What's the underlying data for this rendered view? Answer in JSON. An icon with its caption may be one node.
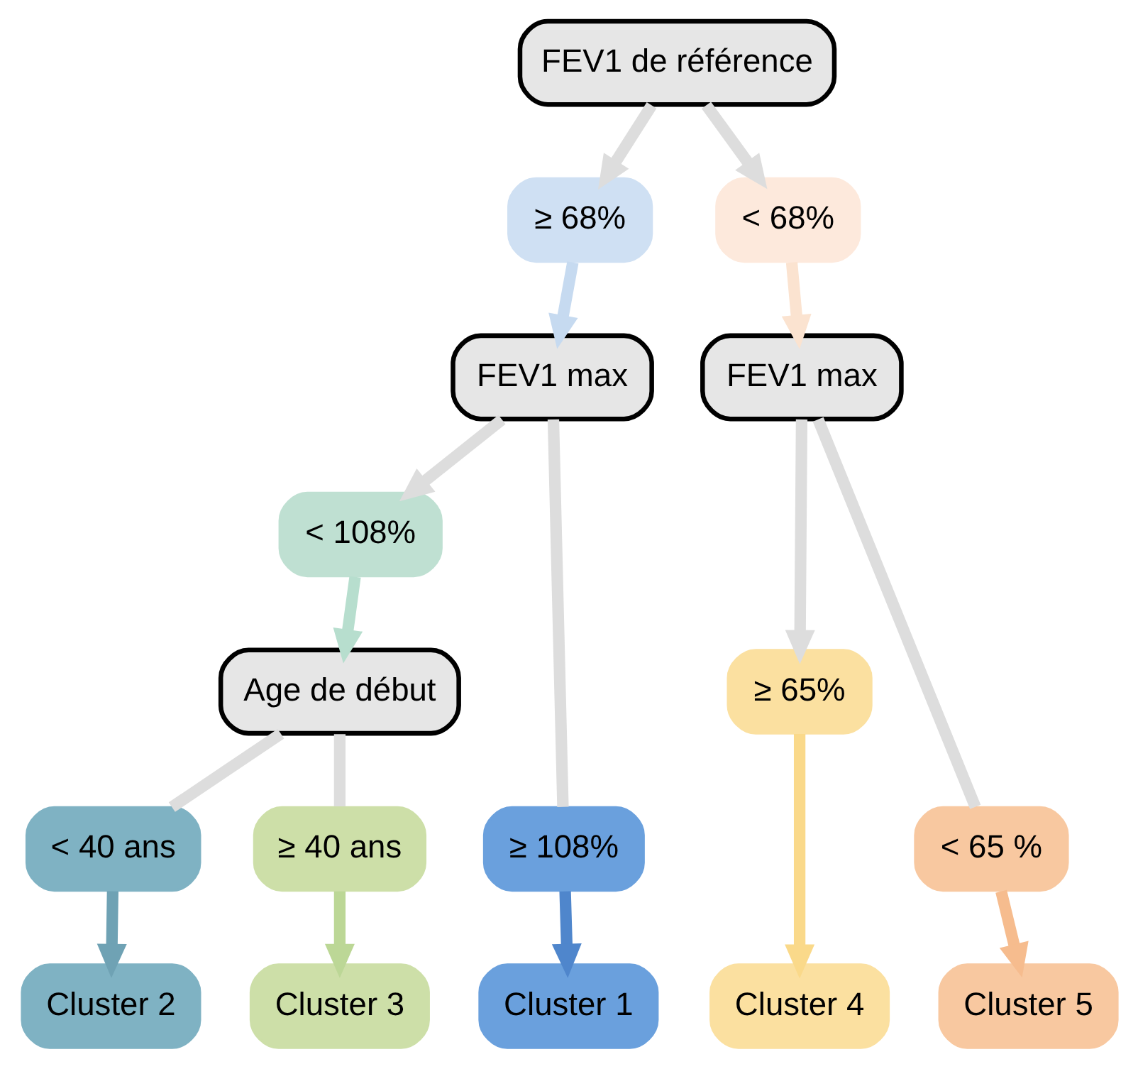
{
  "diagram": {
    "nodes": [
      {
        "text": [
          "FEV1 de référence"
        ]
      },
      {
        "text": [
          "≥ 68%"
        ]
      },
      {
        "text": [
          "< 68%"
        ]
      },
      {
        "text": [
          "FEV1 max"
        ]
      },
      {
        "text": [
          "FEV1 max"
        ]
      },
      {
        "text": [
          "< 108%"
        ]
      },
      {
        "text": [
          "Age de début"
        ]
      },
      {
        "text": [
          "≥ 65%"
        ]
      },
      {
        "text": [
          "≥ 108%"
        ]
      },
      {
        "text": [
          "< 40 ans"
        ]
      },
      {
        "text": [
          "≥ 40 ans"
        ]
      },
      {
        "text": [
          "< 65 %"
        ]
      },
      {
        "text": [
          "Cluster 1"
        ]
      },
      {
        "text": [
          "Cluster 2"
        ]
      },
      {
        "text": [
          "Cluster 3"
        ]
      },
      {
        "text": [
          "Cluster 4"
        ]
      },
      {
        "text": [
          "Cluster 5"
        ]
      }
    ],
    "edges": [
      {
        "from": 0,
        "to": 1,
        "arrow": "to"
      },
      {
        "from": 0,
        "to": 2,
        "arrow": "to"
      },
      {
        "from": 1,
        "to": 3,
        "arrow": "to",
        "color": "#c6daf0"
      },
      {
        "from": 2,
        "to": 4,
        "arrow": "to",
        "color": "#fbe3d0"
      },
      {
        "from": 3,
        "to": 5,
        "arrow": "to"
      },
      {
        "from": 3,
        "to": 8,
        "arrow": "none"
      },
      {
        "from": 5,
        "to": 6,
        "arrow": "to",
        "color": "#b7dece"
      },
      {
        "from": 6,
        "to": 9,
        "arrow": "none"
      },
      {
        "from": 6,
        "to": 10,
        "arrow": "none"
      },
      {
        "from": 4,
        "to": 7,
        "arrow": "to"
      },
      {
        "from": 4,
        "to": 11,
        "arrow": "none"
      },
      {
        "from": 8,
        "to": 12,
        "arrow": "to",
        "color": "#4f86cc"
      },
      {
        "from": 9,
        "to": 13,
        "arrow": "to",
        "color": "#6fa2b4"
      },
      {
        "from": 10,
        "to": 14,
        "arrow": "to",
        "color": "#bcd796"
      },
      {
        "from": 7,
        "to": 15,
        "arrow": "to",
        "color": "#fad98a"
      },
      {
        "from": 11,
        "to": 16,
        "arrow": "to",
        "color": "#f6bc8e"
      }
    ]
  }
}
